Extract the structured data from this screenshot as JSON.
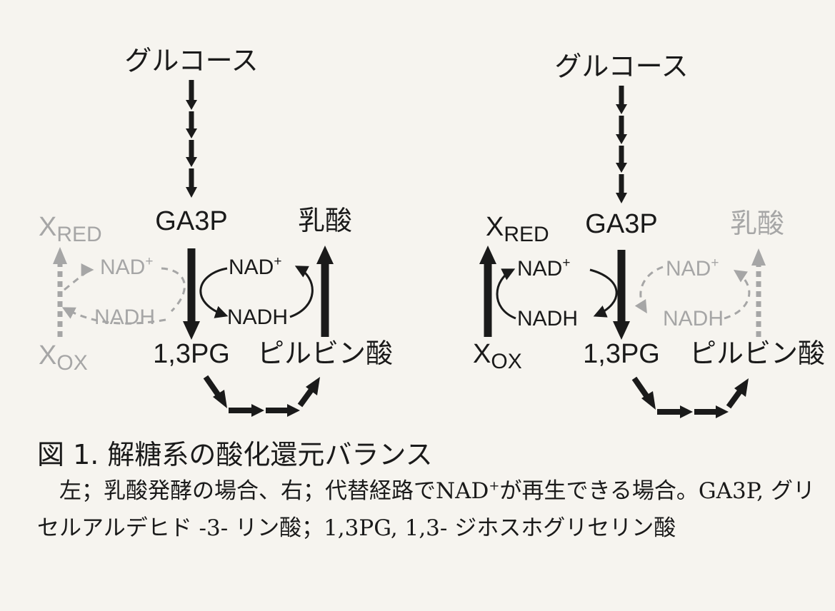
{
  "colors": {
    "active": "#1a1a1a",
    "inactive": "#a6a6a6"
  },
  "panels": [
    {
      "glucose": "グルコース",
      "ga3p": "GA3P",
      "pg13": "1,3PG",
      "lactate": "乳酸",
      "pyruvate": "ピルビン酸",
      "x_red_main": "X",
      "x_red_sub": "RED",
      "x_ox_main": "X",
      "x_ox_sub": "OX",
      "nad_center_base": "NAD",
      "nad_center_sup": "+",
      "nadh_center": "NADH",
      "nad_side_base": "NAD",
      "nad_side_sup": "+",
      "nadh_side": "NADH"
    },
    {
      "glucose": "グルコース",
      "ga3p": "GA3P",
      "pg13": "1,3PG",
      "lactate": "乳酸",
      "pyruvate": "ピルビン酸",
      "x_red_main": "X",
      "x_red_sub": "RED",
      "x_ox_main": "X",
      "x_ox_sub": "OX",
      "nad_center_base": "NAD",
      "nad_center_sup": "+",
      "nadh_center": "NADH",
      "nad_side_base": "NAD",
      "nad_side_sup": "+",
      "nadh_side": "NADH"
    }
  ],
  "caption": {
    "title": "図 1. 解糖系の酸化還元バランス",
    "body_pre": "左；乳酸発酵の場合、右；代替経路でNAD",
    "body_sup": "+",
    "body_post": "が再生できる場合。GA3P, グリセルアルデヒド -3- リン酸；1,3PG, 1,3- ジホスホグリセリン酸"
  }
}
